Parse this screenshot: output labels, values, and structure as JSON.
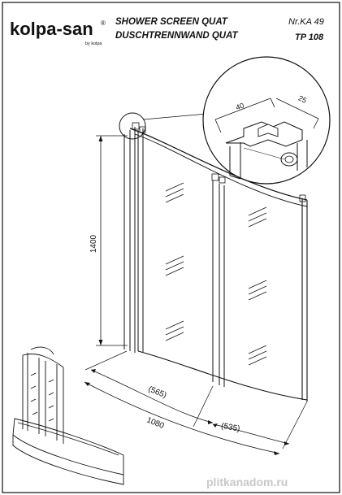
{
  "brand": {
    "logo_text": "kolpa-san",
    "registered": "®",
    "byline": "by kolpa"
  },
  "header": {
    "title_line1": "SHOWER SCREEN QUAT",
    "title_line2": "DUSCHTRENNWAND QUAT",
    "ref_number": "Nr.KA 49",
    "ref_code": "TP 108"
  },
  "dimensions": {
    "height": "1400",
    "width_total": "1080",
    "width_left": "(565)",
    "width_right": "(535)",
    "detail_a": "40",
    "detail_b": "25"
  },
  "watermark": "plitkanadom.ru",
  "colors": {
    "line": "#111111",
    "watermark": "#c8c8c8",
    "background": "#ffffff"
  }
}
